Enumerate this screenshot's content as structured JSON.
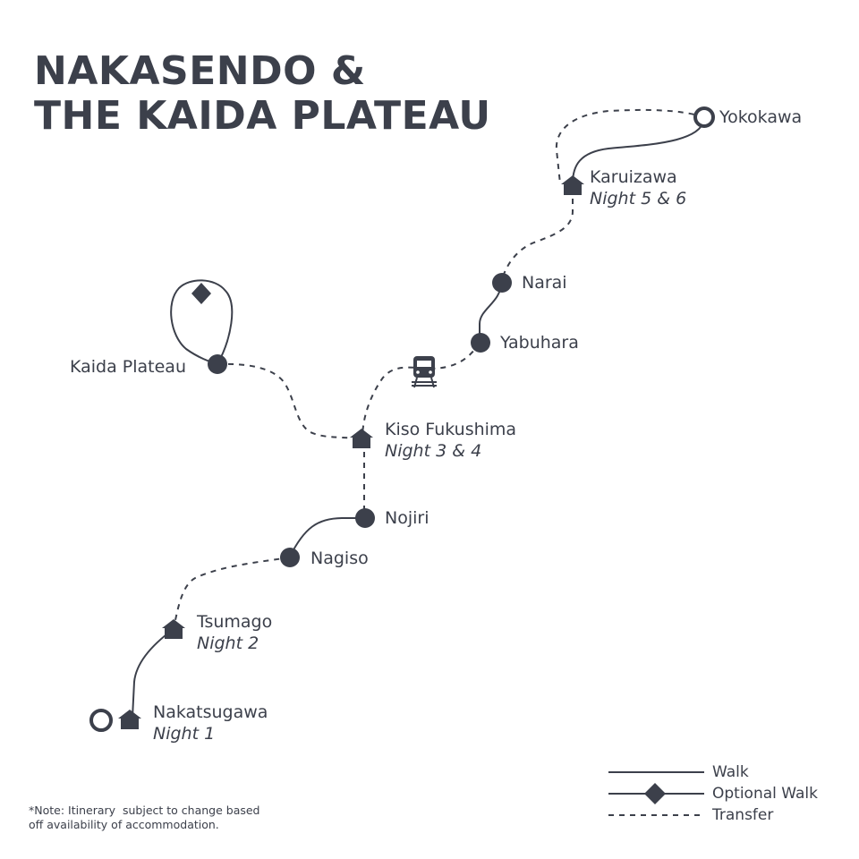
{
  "title": {
    "line1": "NAKASENDO &",
    "line2": "THE KAIDA PLATEAU"
  },
  "colors": {
    "ink": "#3c404b",
    "background": "#ffffff"
  },
  "stops": {
    "yokokawa": {
      "name": "Yokokawa",
      "marker": "start-end-ring"
    },
    "karuizawa": {
      "name": "Karuizawa",
      "night": "Night 5 & 6",
      "marker": "house-icon"
    },
    "narai": {
      "name": "Narai",
      "marker": "dot"
    },
    "yabuhara": {
      "name": "Yabuhara",
      "marker": "dot"
    },
    "kaida": {
      "name": "Kaida Plateau",
      "marker": "dot"
    },
    "kiso": {
      "name": "Kiso Fukushima",
      "night": "Night 3 & 4",
      "marker": "house-icon"
    },
    "nojiri": {
      "name": "Nojiri",
      "marker": "dot"
    },
    "nagiso": {
      "name": "Nagiso",
      "marker": "dot"
    },
    "tsumago": {
      "name": "Tsumago",
      "night": "Night 2",
      "marker": "house-icon"
    },
    "nakatsugawa": {
      "name": "Nakatsugawa",
      "night": "Night 1",
      "marker": "house-icon"
    }
  },
  "legend": {
    "walk": "Walk",
    "optional": "Optional Walk",
    "transfer": "Transfer"
  },
  "note": {
    "line1": "*Note: Itinerary  subject to change based",
    "line2": "off availability of accommodation."
  }
}
